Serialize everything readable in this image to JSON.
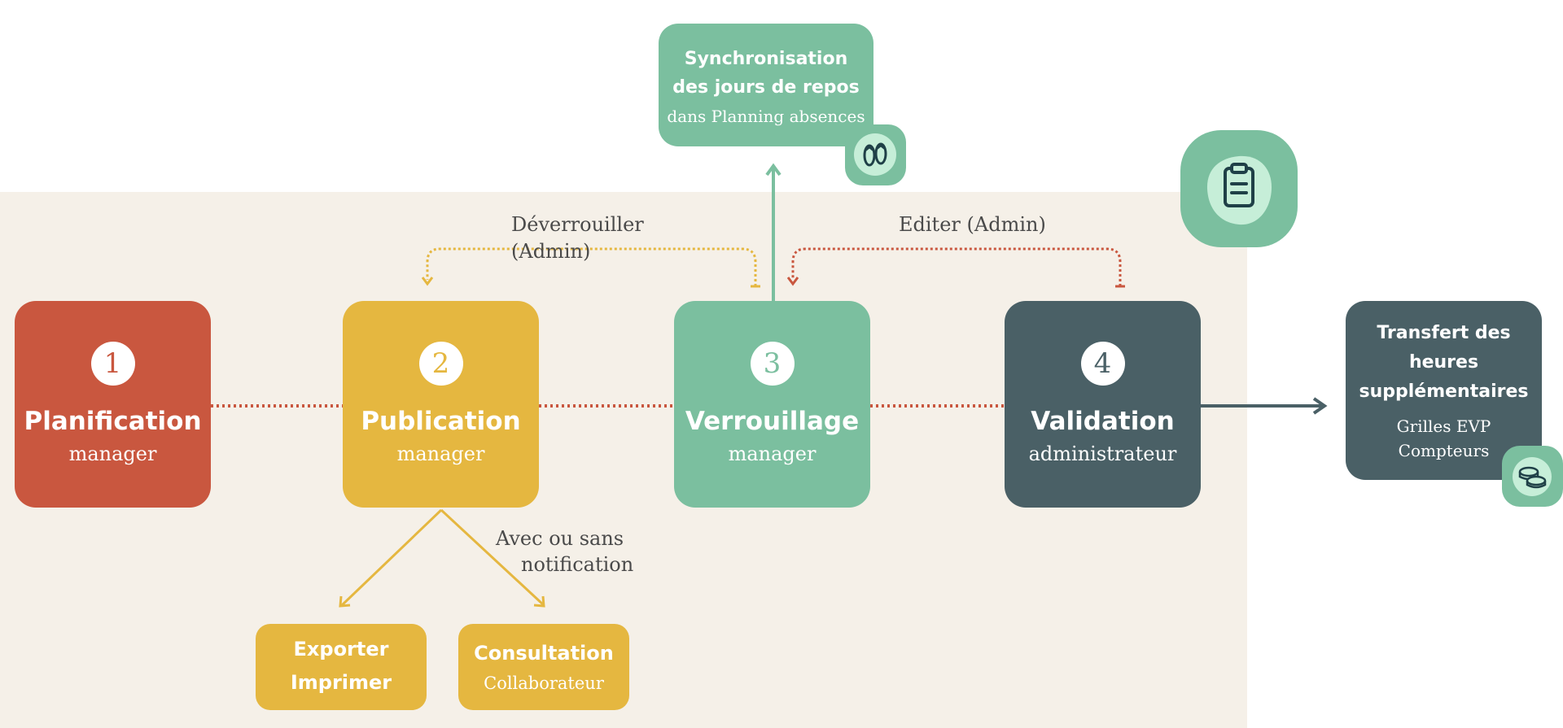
{
  "colors": {
    "red": "#c9573f",
    "yellow": "#e5b740",
    "green": "#7bbf9f",
    "slate": "#4a6066",
    "panel": "#f5f0e8",
    "light_green": "#c6eed8",
    "icon_dark": "#1f4047"
  },
  "steps": [
    {
      "number": "1",
      "title": "Planification",
      "subtitle": "manager"
    },
    {
      "number": "2",
      "title": "Publication",
      "subtitle": "manager"
    },
    {
      "number": "3",
      "title": "Verrouillage",
      "subtitle": "manager"
    },
    {
      "number": "4",
      "title": "Validation",
      "subtitle": "administrateur"
    }
  ],
  "sync": {
    "line1": "Synchronisation",
    "line2": "des jours de repos",
    "line3": "dans Planning absences",
    "icon": "flip-flops-icon"
  },
  "transfer": {
    "line1": "Transfert des",
    "line2": "heures",
    "line3": "supplémentaires",
    "detail1": "Grilles EVP",
    "detail2": "Compteurs",
    "icon": "coins-icon"
  },
  "export": {
    "line1": "Exporter",
    "line2": "Imprimer"
  },
  "consultation": {
    "title": "Consultation",
    "subtitle": "Collaborateur"
  },
  "labels": {
    "unlock_line1": "Déverrouiller",
    "unlock_line2": "(Admin)",
    "edit": "Editer (Admin)",
    "notif_line1": "Avec ou sans",
    "notif_line2": "notification"
  },
  "clipboard_icon": "clipboard-icon"
}
